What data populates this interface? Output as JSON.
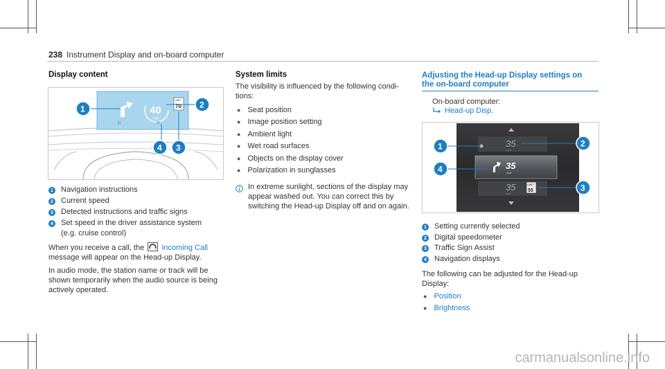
{
  "header": {
    "page_number": "238",
    "title": "Instrument Display and on-board computer"
  },
  "display_content": {
    "heading": "Display content",
    "hud_speed": "40",
    "hud_speed_unit": "mph",
    "hud_limit_label": "LIMIT",
    "hud_limit_value": "70",
    "hud_set_speed": "70",
    "legend": [
      {
        "num": "1",
        "text": "Navigation instructions"
      },
      {
        "num": "2",
        "text": "Current speed"
      },
      {
        "num": "3",
        "text": "Detected instructions and traffic signs"
      },
      {
        "num": "4",
        "text": "Set speed in the driver assistance system"
      }
    ],
    "legend_4_line2": "(e.g. cruise control)",
    "call_pre": "When you receive a call, the",
    "call_link": "Incoming Call",
    "call_post": "message will appear on the Head-up Display.",
    "audio_text": "In audio mode, the station name or track will be shown temporarily when the audio source is being actively operated."
  },
  "system_limits": {
    "heading": "System limits",
    "intro": "The visibility is influenced by the following condi- tions:",
    "items": [
      "Seat position",
      "Image position setting",
      "Ambient light",
      "Wet road surfaces",
      "Objects on the display cover",
      "Polarization in sunglasses"
    ],
    "note": "In extreme sunlight, sections of the display may appear washed out. You can correct this by switching the Head-up Display off and on again."
  },
  "adjusting": {
    "heading_line1": "Adjusting the Head-up Display settings on",
    "heading_line2": "the on-board computer",
    "menu_path": "On-board computer:",
    "menu_item": "Head-up Disp.",
    "screen_speed": "35",
    "screen_unit": "mph",
    "screen_limit_label": "LIMIT",
    "screen_limit_value": "55",
    "legend": [
      {
        "num": "1",
        "text": "Setting currently selected"
      },
      {
        "num": "2",
        "text": "Digital speedometer"
      },
      {
        "num": "3",
        "text": "Traffic Sign Assist"
      },
      {
        "num": "4",
        "text": "Navigation displays"
      }
    ],
    "adjust_text": "The following can be adjusted for the Head-up Display:",
    "options": [
      "Position",
      "Brightness"
    ]
  },
  "watermark": "carmanualsonline.info",
  "colors": {
    "accent": "#1e7ec3",
    "hud_blue": "#a9d6ee",
    "screen_dark": "#2c2c2e"
  }
}
